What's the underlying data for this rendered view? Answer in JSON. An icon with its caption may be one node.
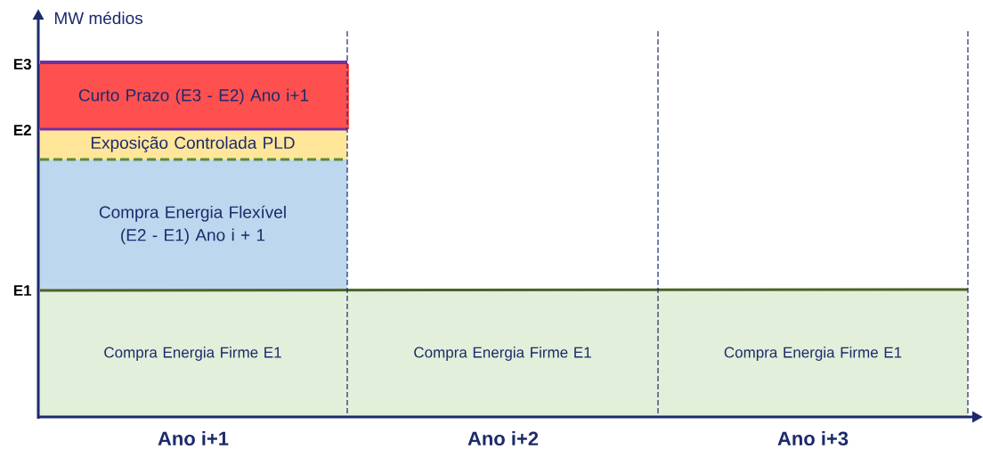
{
  "diagram": {
    "nodes": [
      {
        "text": [
          "Curto Prazo (E3 - E2) Ano i+1"
        ]
      },
      {
        "text": [
          "Exposição Controlada PLD"
        ]
      },
      {
        "text": [
          "Compra Energia Flexível (E2 - E1) Ano i + 1"
        ]
      },
      {
        "text": [
          "Compra Energia Firme E1"
        ]
      },
      {
        "text": [
          "Compra Energia Firme E1"
        ]
      },
      {
        "text": [
          "Compra Energia Firme E1"
        ]
      }
    ],
    "labels": [
      "MW médios",
      "E3",
      "E2",
      "E1",
      "Ano i+1",
      "Ano i+2",
      "Ano i+3"
    ]
  }
}
